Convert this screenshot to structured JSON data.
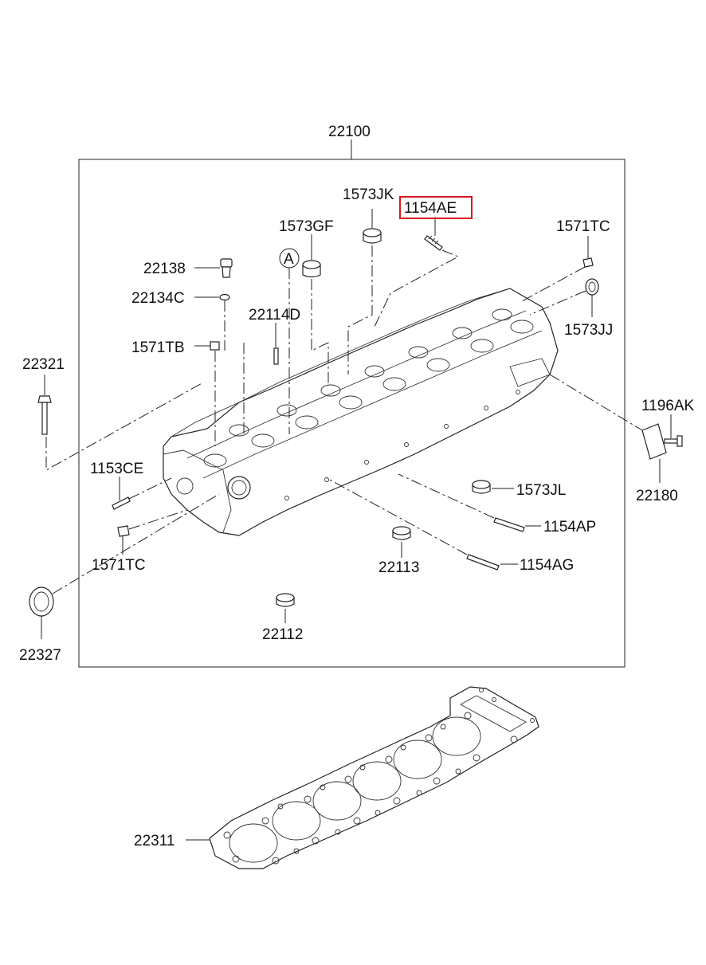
{
  "colors": {
    "highlight": "#d9191f",
    "ink": "#111111",
    "background": "#ffffff"
  },
  "labels": {
    "l22100": "22100",
    "l1573JK": "1573JK",
    "l1154AE": "1154AE",
    "l1573GF": "1573GF",
    "l1571TC_top": "1571TC",
    "l22138": "22138",
    "l22134C": "22134C",
    "l22114D": "22114D",
    "l1573JJ": "1573JJ",
    "l1571TB": "1571TB",
    "l22321": "22321",
    "l1196AK": "1196AK",
    "l22180": "22180",
    "l1153CE": "1153CE",
    "l1573JL": "1573JL",
    "l1154AP": "1154AP",
    "l1571TC_bottom": "1571TC",
    "l22113": "22113",
    "l1154AG": "1154AG",
    "l22327": "22327",
    "l22112": "22112",
    "l22311": "22311",
    "circleA": "A"
  },
  "highlighted_part": "1154AE"
}
